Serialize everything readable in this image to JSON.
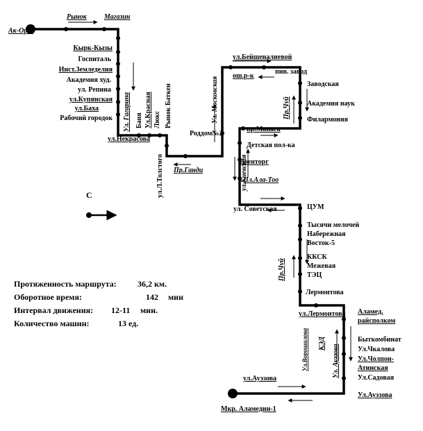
{
  "route": {
    "start_terminal": "Ак-Орго",
    "end_terminal": "Мкр. Аламедин-1",
    "compass_label": "С"
  },
  "streets": {
    "rynok": "Рынок",
    "magazin": "Магазин",
    "gagarina": "Ул. Гагарина",
    "nekrasova": "ул.Некрасова",
    "tolstogo": "ул.Л.Толстого",
    "rynok_batken": "Рынок Баткен",
    "gandi": "Пр.Ганди",
    "moskovskaya": "Ул. Московская",
    "roddom": "Роддом№2",
    "beyshenalievoy": "ул.Бейшеналиевой",
    "osh_rk": "ош.р-к",
    "piv_zavod": "пив. завод",
    "chuy_top": "Пр.Чуй",
    "manasa": "пр.Манаса",
    "kievskaya": "ул.Киевская",
    "ala_too": "Пл.Ала-Тоо",
    "sovetskaya": "ул. Советская",
    "chuy_bottom": "Пр.Чуй",
    "lermontova_street": "ул.Лермонтова",
    "voroshilova": "Ул.Ворошилова",
    "ked": "КЭД",
    "auezova_vertical": "Ул. Ауэзова",
    "auezova_bottom": "ул.Ауэзова"
  },
  "stops_left": [
    "Кырк-Кызы",
    "Госпиталь",
    "Инст.Земледелия",
    "Академия худ.",
    "ул. Репина",
    "ул.Купянская",
    "ул.Баха",
    "Рабочий городок"
  ],
  "stops_gagarina_vertical": [
    "Баня",
    "Ул.Красная",
    "Люкс"
  ],
  "stops_right_top": [
    "Заводская",
    "Академия наук",
    "Филармония"
  ],
  "stops_center": [
    "Детская пол-ка",
    "Военторг"
  ],
  "stops_right_middle": [
    "ЦУМ",
    "Тысячи мелочей",
    "Набережная",
    "Восток-5",
    "ККСК",
    "Межевая",
    "ТЭЦ",
    "Лермонтова"
  ],
  "stops_right_bottom": [
    "Аламед.",
    "райсполком",
    "Быткомбинат",
    "Ул.Чкалова",
    "Ул.Чолпон-",
    "Атинская",
    "Ул.Садовая",
    "Ул.Ауэзова"
  ],
  "info": {
    "length_label": "Протяженность маршрута:",
    "length_value": "36,2 км.",
    "cycle_label": "Оборотное время:",
    "cycle_value": "142",
    "cycle_unit": "мин",
    "interval_label": "Интервал движения:",
    "interval_value": "12-11",
    "interval_unit": "мин.",
    "vehicles_label": "Количество машин:",
    "vehicles_value": "13 ед."
  },
  "colors": {
    "route": "#000000",
    "background": "#ffffff"
  }
}
